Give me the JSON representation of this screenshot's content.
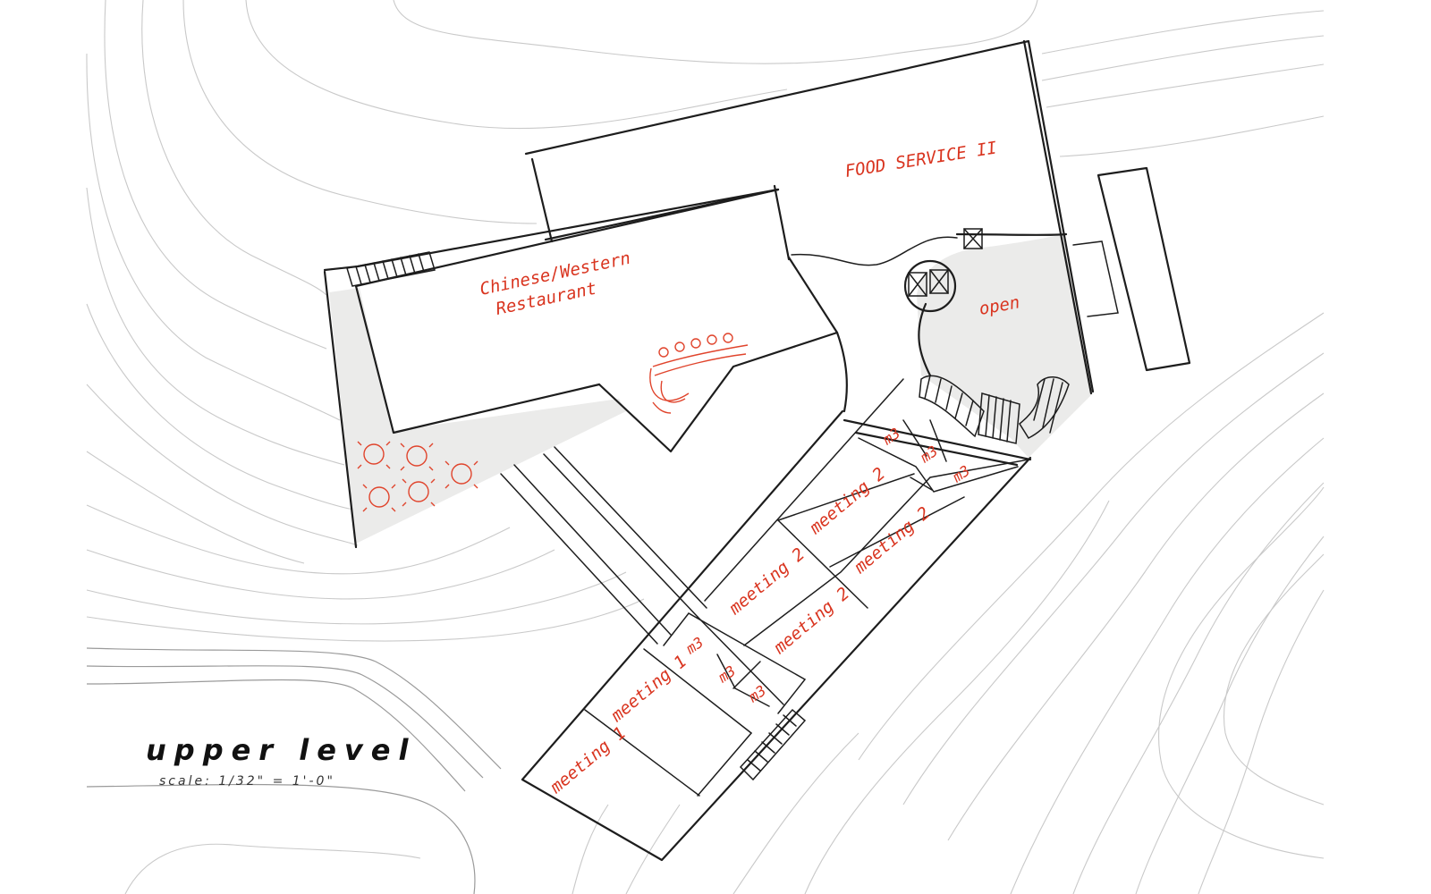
{
  "title": "upper level",
  "scale": "scale: 1/32\" = 1'-0\"",
  "rooms": {
    "food_service": "FOOD SERVICE II",
    "restaurant_line1": "Chinese/Western",
    "restaurant_line2": "Restaurant",
    "open": "open",
    "meeting2": [
      "meeting 2",
      "meeting 2",
      "meeting 2",
      "meeting 2"
    ],
    "meeting1": [
      "meeting 1",
      "meeting 1"
    ],
    "m3": [
      "m3",
      "m3",
      "m3",
      "m3",
      "m3",
      "m3"
    ]
  },
  "colors": {
    "label": "#d9341f",
    "linework": "#1d1d1d",
    "contour": "#c9c9c9",
    "shade": "#ebebea"
  }
}
